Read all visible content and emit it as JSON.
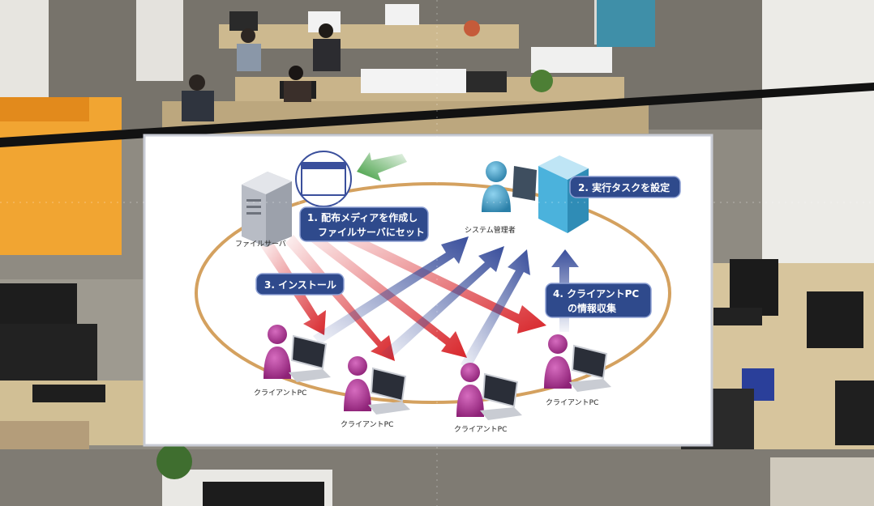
{
  "background": {
    "description_icon": "office-photo-background",
    "colors": {
      "floor": "#8f8b82",
      "desk": "#c9b48a",
      "wall": "#e8e6e1"
    }
  },
  "diagram": {
    "colors": {
      "callout_fill": "#2f4a8c",
      "callout_text": "#ffffff",
      "ellipse": "#d4a15f",
      "red_arrow": "#d8262b",
      "blue_arrow": "#3a4f9c",
      "green_arrow": "#3a9a3a",
      "client_person": "#a7328f",
      "admin_person": "#3fa0c8",
      "server": "#c9ccd3"
    },
    "labels": {
      "file_server": "ファイルサーバ",
      "admin": "システム管理者",
      "client_pc": "クライアントPC"
    },
    "callouts": {
      "step1_line1": "1. 配布メディアを作成し",
      "step1_line2": "ファイルサーバにセット",
      "step2": "2. 実行タスクを設定",
      "step3": "3. インストール",
      "step4_line1": "4. クライアントPC",
      "step4_line2": "の情報収集"
    },
    "clients": [
      {
        "label": "クライアントPC"
      },
      {
        "label": "クライアントPC"
      },
      {
        "label": "クライアントPC"
      },
      {
        "label": "クライアントPC"
      }
    ]
  }
}
